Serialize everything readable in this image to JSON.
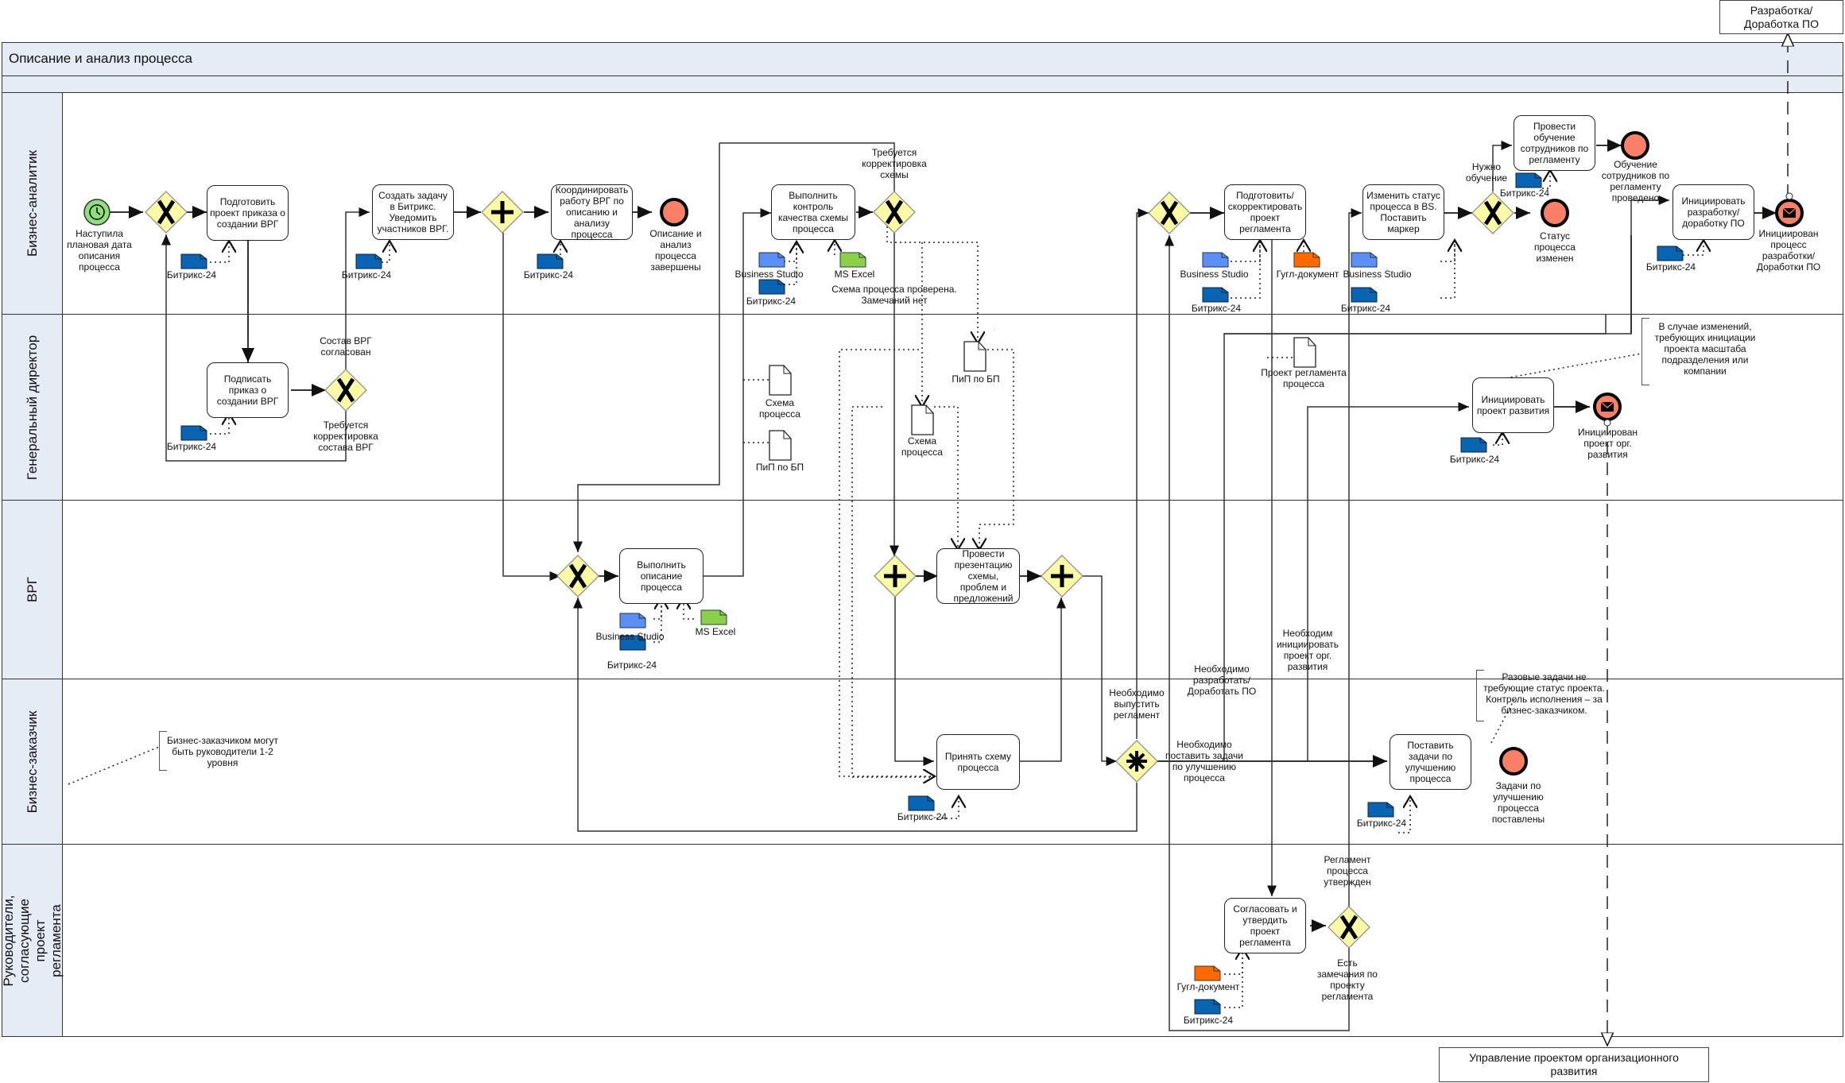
{
  "pool": {
    "title": "Описание и анализ процесса"
  },
  "external": {
    "top_right": "Разработка/\nДоработка ПО",
    "bottom": "Управление проектом организационного\nразвития"
  },
  "lanes": [
    {
      "label": "Бизнес-аналитик"
    },
    {
      "label": "Генеральный  директор"
    },
    {
      "label": "ВРГ"
    },
    {
      "label": "Бизнес-заказчик"
    },
    {
      "label": "Руководители,\nсогласующие проект\nрегламента"
    }
  ],
  "colors": {
    "lane_header": "#e6ecf6",
    "gateway": "#fafaa6",
    "start_event": "#8fe07a",
    "end_event": "#f98066",
    "doc_bitrix": "#0a64b4",
    "doc_bs": "#5b8ff5",
    "doc_excel": "#8ccf4b",
    "doc_google": "#ff6a00"
  },
  "tasks": {
    "t1": "Подготовить проект приказа о создании ВРГ",
    "t2": "Подписать приказ о создании ВРГ",
    "t3": "Создать задачу в Битрикс. Уведомить участников ВРГ.",
    "t4": "Координировать работу ВРГ по описанию и анализу процесса",
    "t5": "Выполнить описание процесса",
    "t6": "Выполнить контроль качества схемы процесса",
    "t7": "Провести презентацию схемы, проблем и предложений",
    "t8": "Принять схему процесса",
    "t9": "Подготовить/ скорректировать проект регламента",
    "t10": "Согласовать и утвердить проект регламента",
    "t11": "Изменить статус процесса в BS. Поставить маркер",
    "t12": "Провести обучение сотрудников по регламенту",
    "t13": "Инициировать разработку/ доработку ПО",
    "t14": "Инициировать проект развития",
    "t15": "Поставить задачи по улучшению процесса"
  },
  "events": {
    "start": "Наступила\nплановая дата\nописания\nпроцесса",
    "end1": "Описание и\nанализ\nпроцесса\nзавершены",
    "end2": "Статус\nпроцесса\nизменен",
    "end3": "Обучение\nсотрудников по\nрегламенту\nпроведено",
    "end4": "Инициирован\nпроцесс\nразработки/\nДоработки ПО",
    "end5": "Инициирован\nпроект орг.\nразвития",
    "end6": "Задачи по\nулучшению\nпроцесса\nпоставлены"
  },
  "flow_labels": {
    "vrg_agreed": "Состав ВРГ\nсогласован",
    "vrg_fix": "Требуется\nкорректировка\nсостава ВРГ",
    "scheme_fix": "Требуется\nкорректировка\nсхемы",
    "scheme_ok": "Схема процесса проверена.\nЗамечаний нет",
    "need_training": "Нужно\nобучение",
    "need_regulation": "Необходимо\nвыпустить\nрегламент",
    "need_software": "Необходимо\nразработать/\nДоработать ПО",
    "need_org_project": "Необходим\nинициировать\nпроект орг.\nразвития",
    "need_tasks": "Необходимо\nпоставить задачи\nпо улучшению\nпроцесса",
    "reg_approved": "Регламент\nпроцесса\nутвержден",
    "reg_remarks": "Есть\nзамечания по\nпроекту\nрегламента"
  },
  "documents": {
    "bitrix": "Битрикс-24",
    "bs": "Business Studio",
    "excel": "MS Excel",
    "google": "Гугл-документ",
    "scheme": "Схема\nпроцесса",
    "pip": "ПиП по БП",
    "reg_draft": "Проект регламента\nпроцесса"
  },
  "notes": {
    "customer": "Бизнес-заказчиком могут\nбыть руководители 1-2\nуровня",
    "org_project": "В случае изменений,\nтребующих инициации\nпроекта масштаба\nподразделения или\nкомпании",
    "oneoff": "Разовые задачи не\nтребующие статус проекта.\nКонтроль исполнения – за\nбизнес-заказчиком."
  }
}
